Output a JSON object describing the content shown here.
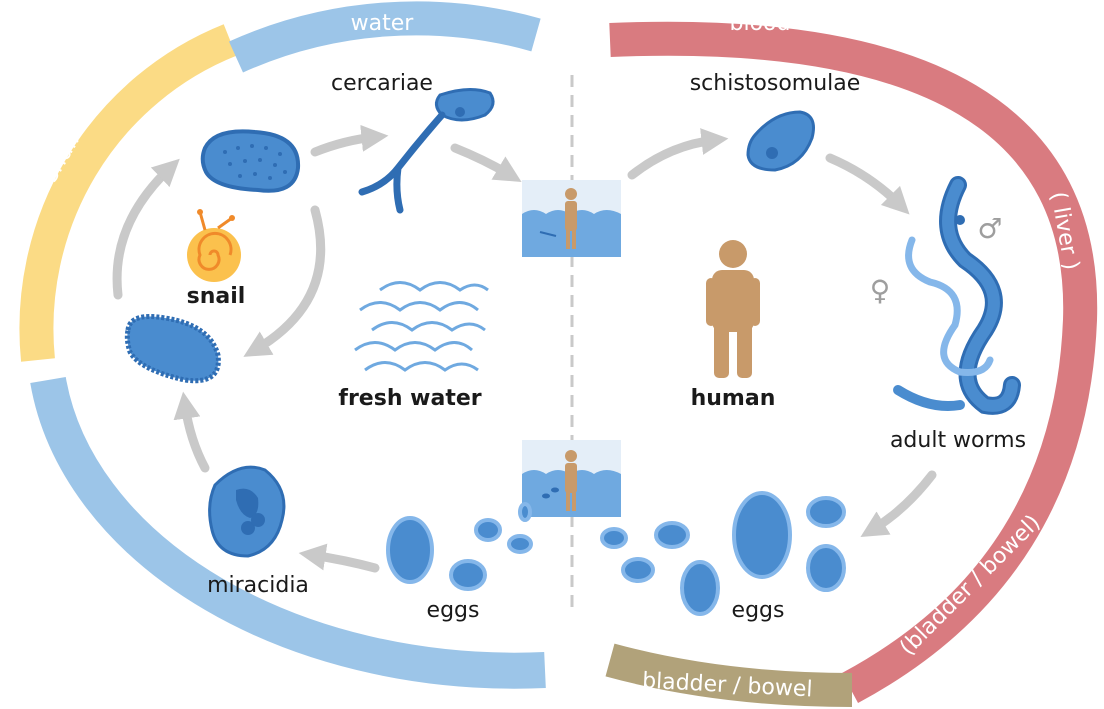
{
  "arcs": {
    "water_top": "water",
    "snail_tissue": "snail tissue",
    "water_bottom": "water",
    "blood": "blood",
    "liver": "( liver )",
    "bladder_bowel_paren": "(bladder / bowel)",
    "bladder_bowel": "bladder / bowel"
  },
  "labels": {
    "cercariae": "cercariae",
    "schistosomulae": "schistosomulae",
    "snail": "snail",
    "fresh_water": "fresh water",
    "human": "human",
    "adult_worms": "adult worms",
    "miracidia": "miracidia",
    "eggs_left": "eggs",
    "eggs_right": "eggs"
  },
  "symbols": {
    "male": "♂",
    "female": "♀"
  },
  "colors": {
    "water_arc": "#9cc5e8",
    "snail_arc": "#fbdb85",
    "blood_arc": "#d97b80",
    "bowel_arc": "#b1a27a",
    "parasite": "#4a8ccf",
    "parasite_dark": "#2f6db3",
    "arrow": "#c9c9c9",
    "human": "#c89a6a"
  }
}
